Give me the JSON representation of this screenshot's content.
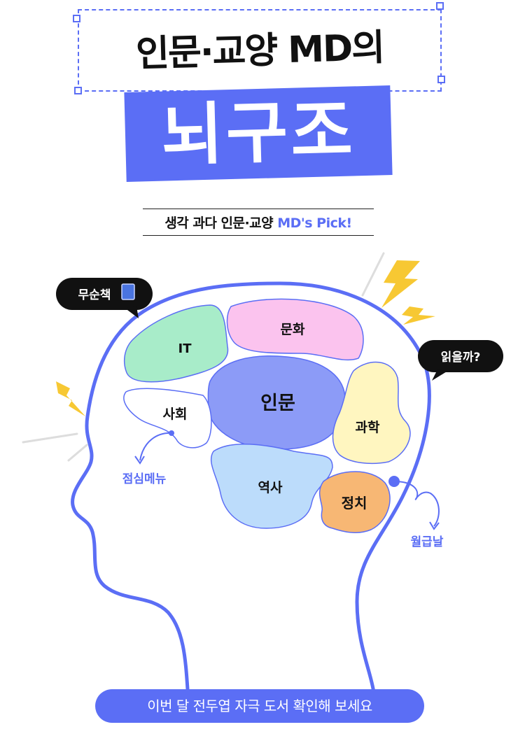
{
  "header": {
    "title": "인문·교양 MD의",
    "hero": "뇌구조",
    "subtitle_main": "생각 과다 인문·교양",
    "subtitle_accent": "MD's Pick!"
  },
  "bubbles": {
    "left": "무순책",
    "right": "읽을까?"
  },
  "regions": {
    "it": "IT",
    "culture": "문화",
    "humanities": "인문",
    "society": "사회",
    "science": "과학",
    "history": "역사",
    "politics": "정치"
  },
  "annotations": {
    "lunch": "점심메뉴",
    "payday": "월급날"
  },
  "cta": {
    "label": "이번 달 전두엽 자극 도서 확인해 보세요"
  },
  "colors": {
    "accent": "#5b6ef5",
    "it": "#a8ecc9",
    "culture": "#fbc3ee",
    "humanities": "#8c9bf7",
    "society": "#ffffff",
    "science": "#fff6c0",
    "history": "#bcdcfb",
    "politics": "#f7b774",
    "lightning": "#f7c833"
  }
}
